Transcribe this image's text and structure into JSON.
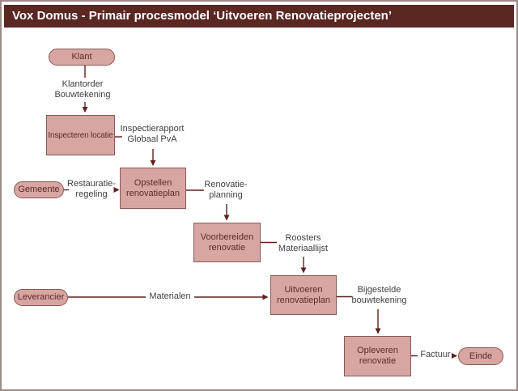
{
  "title": "Vox Domus - Primair procesmodel ‘Uitvoeren Renovatieprojecten’",
  "colors": {
    "title_bar": "#5a2723",
    "node_fill": "#d7a6a3",
    "node_border": "#8a5a55",
    "arrow": "#5e211f",
    "node_text": "#5c2b27",
    "flow_label_text": "#3f3f3f",
    "frame_border": "#9c8b88"
  },
  "nodes": {
    "klant": {
      "label": "Klant",
      "type": "external-entity"
    },
    "inspecteren_locatie": {
      "label": "Inspecteren locatie",
      "type": "process"
    },
    "gemeente": {
      "label": "Gemeente",
      "type": "external-entity"
    },
    "opstellen_renovatieplan": {
      "label": "Opstellen\nrenovatieplan",
      "type": "process"
    },
    "voorbereiden_renovatie": {
      "label": "Voorbereiden\nrenovatie",
      "type": "process"
    },
    "leverancier": {
      "label": "Leverancier",
      "type": "external-entity"
    },
    "uitvoeren_renovatieplan": {
      "label": "Uitvoeren\nrenovatieplan",
      "type": "process"
    },
    "opleveren_renovatie": {
      "label": "Opleveren\nrenovatie",
      "type": "process"
    },
    "einde": {
      "label": "Einde",
      "type": "terminator"
    }
  },
  "flows": {
    "klantorder": {
      "label": "Klantorder\nBouwtekening"
    },
    "inspectierapport": {
      "label": "Inspectierapport\nGlobaal PvA"
    },
    "restauratieregeling": {
      "label": "Restauratie-\nregeling"
    },
    "renovatieplanning": {
      "label": "Renovatie-\nplanning"
    },
    "roosters": {
      "label": "Roosters\nMateriaallijst"
    },
    "materialen": {
      "label": "Materialen"
    },
    "bijgestelde_bouwtekening": {
      "label": "Bijgestelde\nbouwtekening"
    },
    "factuur": {
      "label": "Factuur"
    }
  }
}
